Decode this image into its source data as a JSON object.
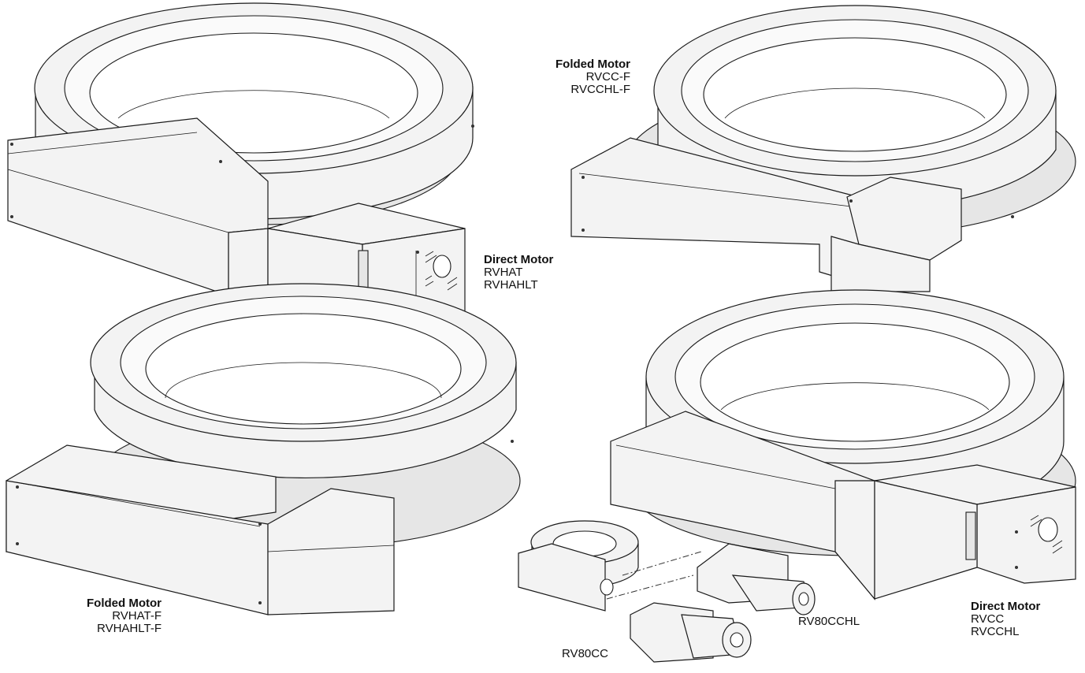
{
  "products": {
    "top_left": {
      "title": "Direct Motor",
      "models": [
        "RVHAT",
        "RVHAHLT"
      ]
    },
    "top_right": {
      "title": "Folded Motor",
      "models": [
        "RVCC-F",
        "RVCCHL-F"
      ]
    },
    "bottom_left": {
      "title": "Folded Motor",
      "models": [
        "RVHAT-F",
        "RVHAHLT-F"
      ]
    },
    "bottom_right": {
      "title": "Direct Motor",
      "models": [
        "RVCC",
        "RVCCHL"
      ]
    },
    "small_left": {
      "label": "RV80CC"
    },
    "small_right": {
      "label": "RV80CCHL"
    }
  }
}
